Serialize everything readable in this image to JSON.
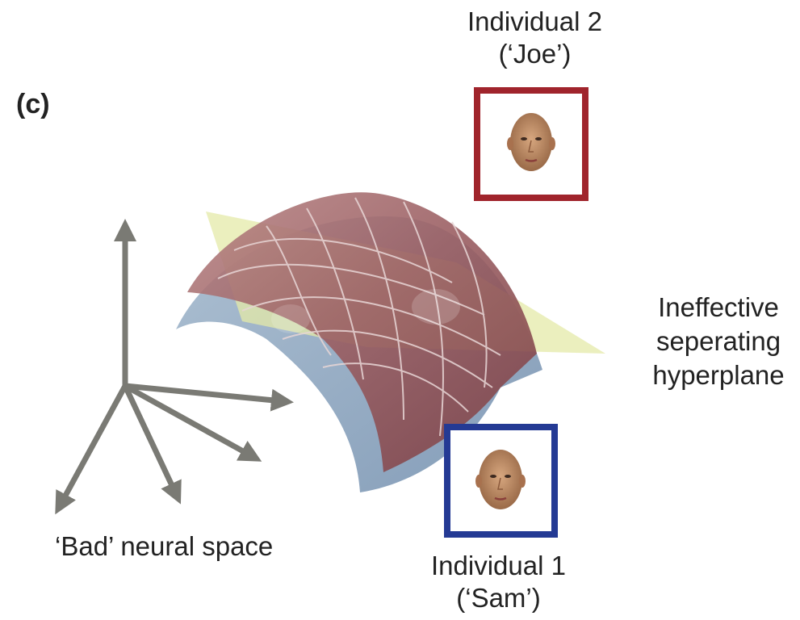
{
  "panel_label": "(c)",
  "individual_2": {
    "name": "Individual 2",
    "nickname": "(‘Joe’)",
    "frame_color": "#a0242c"
  },
  "individual_1": {
    "name": "Individual 1",
    "nickname": "(‘Sam’)",
    "frame_color": "#243a94"
  },
  "hyperplane_label": [
    "Ineffective",
    "seperating",
    "hyperplane"
  ],
  "space_label": "‘Bad’ neural space",
  "colors": {
    "red_surface": "#8f4f52",
    "blue_surface": "#7f9cb8",
    "hyperplane": "#e8edb0",
    "axes": "#7a7a74"
  }
}
